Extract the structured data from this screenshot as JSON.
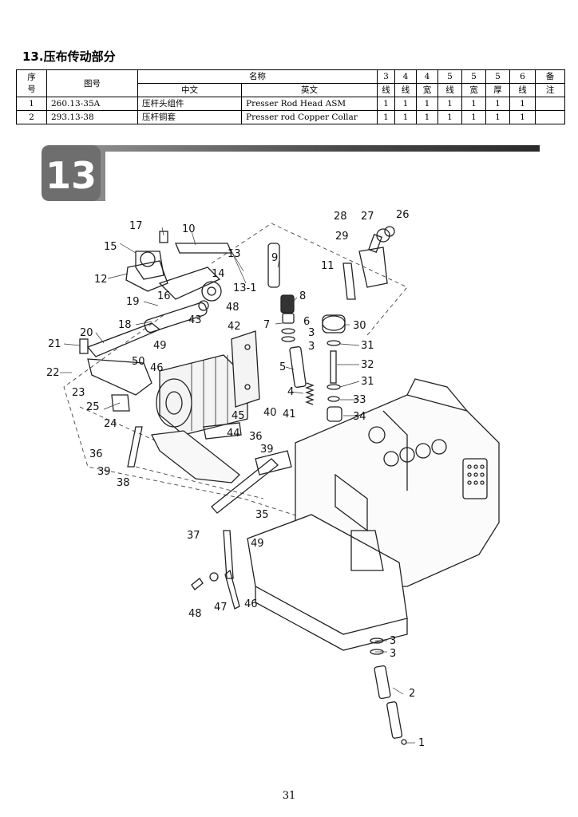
{
  "section_title": "13.压布传动部分",
  "table": {
    "header": {
      "seq": "序\n号",
      "seq_a": "序",
      "seq_b": "号",
      "part_no": "图号",
      "name": "名称",
      "cn": "中文",
      "en": "英文",
      "cols": [
        {
          "top": "3",
          "bottom": "线"
        },
        {
          "top": "4",
          "bottom": "线"
        },
        {
          "top": "4",
          "bottom": "宽"
        },
        {
          "top": "5",
          "bottom": "线"
        },
        {
          "top": "5",
          "bottom": "宽"
        },
        {
          "top": "5",
          "bottom": "厚"
        },
        {
          "top": "6",
          "bottom": "线"
        },
        {
          "top": "备",
          "bottom": "注"
        }
      ]
    },
    "rows": [
      {
        "seq": "1",
        "part_no": "260.13-35A",
        "cn": "压杆头组件",
        "en": "Presser Rod Head ASM",
        "v": [
          "1",
          "1",
          "1",
          "1",
          "1",
          "1",
          "1",
          ""
        ]
      },
      {
        "seq": "2",
        "part_no": "293.13-38",
        "cn": "压杆铜套",
        "en": "Presser rod Copper Collar",
        "v": [
          "1",
          "1",
          "1",
          "1",
          "1",
          "1",
          "1",
          ""
        ]
      }
    ]
  },
  "section_badge": "13",
  "callouts": {
    "c1": "1",
    "c2": "2",
    "c3": "3",
    "c4": "4",
    "c5": "5",
    "c6": "6",
    "c7": "7",
    "c8": "8",
    "c9": "9",
    "c10": "10",
    "c11": "11",
    "c12": "12",
    "c13": "13",
    "c13_1": "13-1",
    "c14": "14",
    "c15": "15",
    "c16": "16",
    "c17": "17",
    "c18": "18",
    "c19": "19",
    "c20": "20",
    "c21": "21",
    "c22": "22",
    "c23": "23",
    "c24": "24",
    "c25": "25",
    "c26": "26",
    "c27": "27",
    "c28": "28",
    "c29": "29",
    "c30": "30",
    "c31": "31",
    "c32": "32",
    "c33": "33",
    "c34": "34",
    "c35": "35",
    "c36": "36",
    "c37": "37",
    "c38": "38",
    "c39": "39",
    "c40": "40",
    "c41": "41",
    "c42": "42",
    "c43": "43",
    "c44": "44",
    "c45": "45",
    "c46": "46",
    "c47": "47",
    "c48": "48",
    "c49": "49",
    "c50": "50"
  },
  "page_number": "31"
}
